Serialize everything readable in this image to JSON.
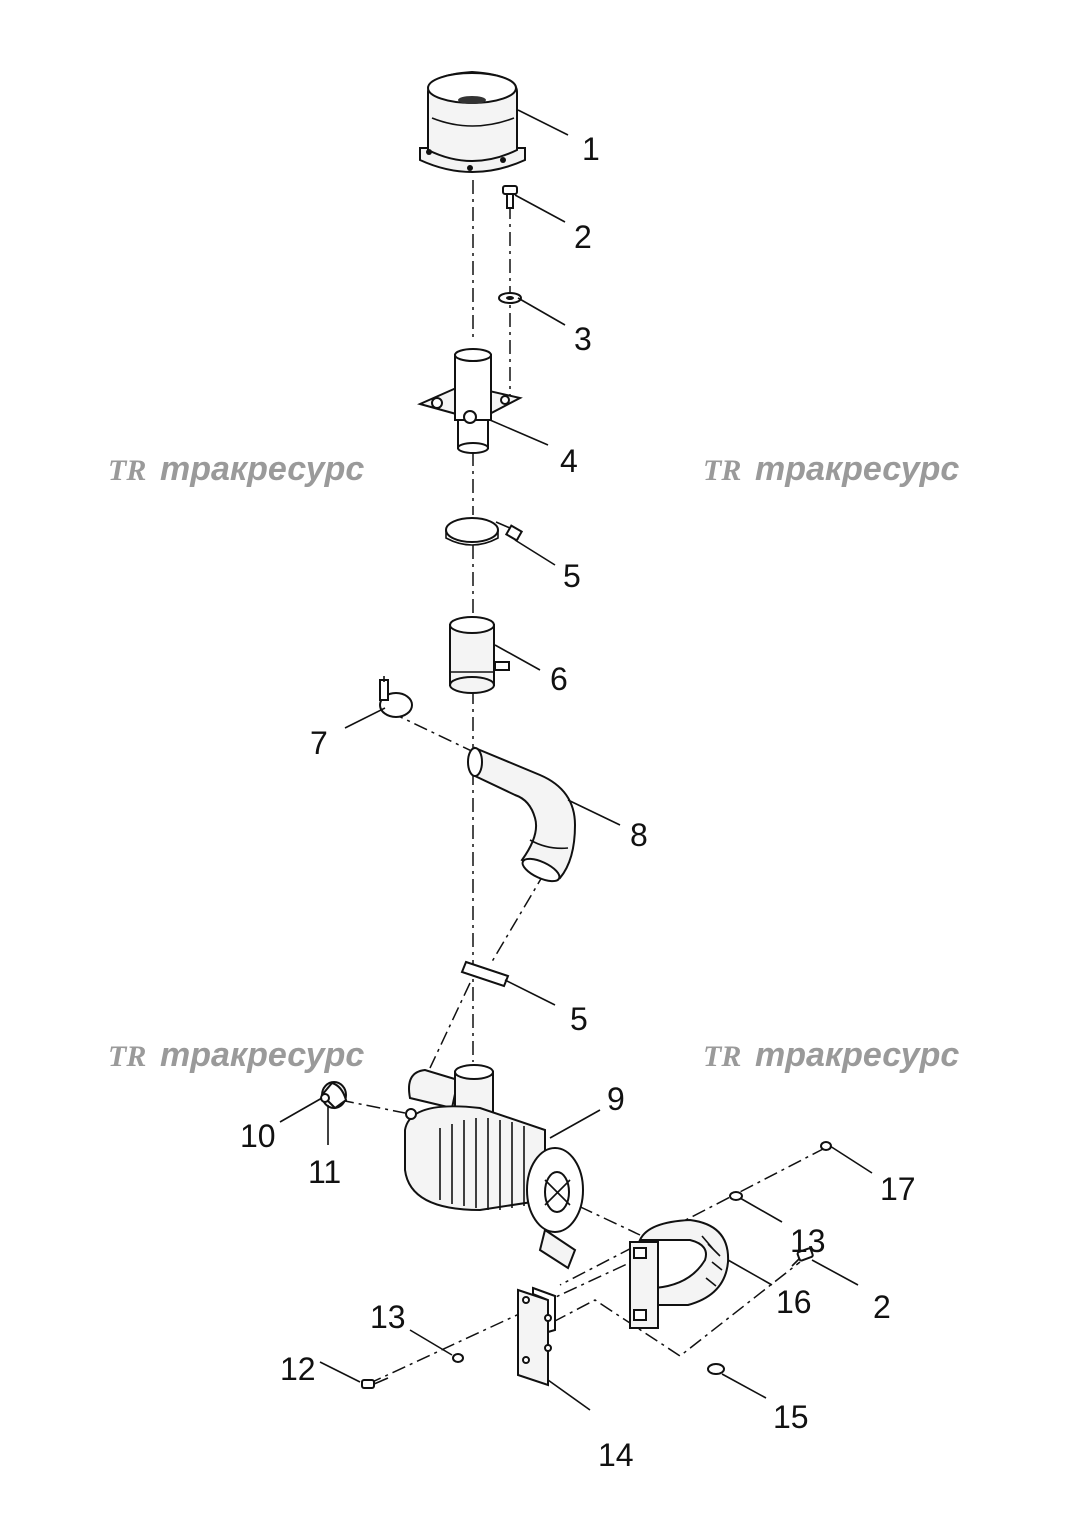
{
  "watermarks": [
    {
      "logo": "TR",
      "text": "тракресурс"
    },
    {
      "logo": "TR",
      "text": "тракресурс"
    },
    {
      "logo": "TR",
      "text": "тракресурс"
    },
    {
      "logo": "TR",
      "text": "тракресурс"
    }
  ],
  "callouts": [
    "1",
    "2",
    "3",
    "4",
    "5",
    "6",
    "7",
    "8",
    "5",
    "9",
    "10",
    "11",
    "17",
    "13",
    "16",
    "13",
    "12",
    "2",
    "14",
    "15"
  ],
  "parts": [
    {
      "icon": "precleaner-cap-icon"
    },
    {
      "icon": "bolt-icon"
    },
    {
      "icon": "washer-icon"
    },
    {
      "icon": "adapter-plate-icon"
    },
    {
      "icon": "hose-clamp-icon"
    },
    {
      "icon": "rubber-sleeve-icon"
    },
    {
      "icon": "hose-clamp-icon"
    },
    {
      "icon": "elbow-hose-icon"
    },
    {
      "icon": "air-filter-housing-icon"
    },
    {
      "icon": "vacuator-valve-icon"
    },
    {
      "icon": "mounting-band-icon"
    },
    {
      "icon": "mounting-bracket-icon"
    }
  ]
}
